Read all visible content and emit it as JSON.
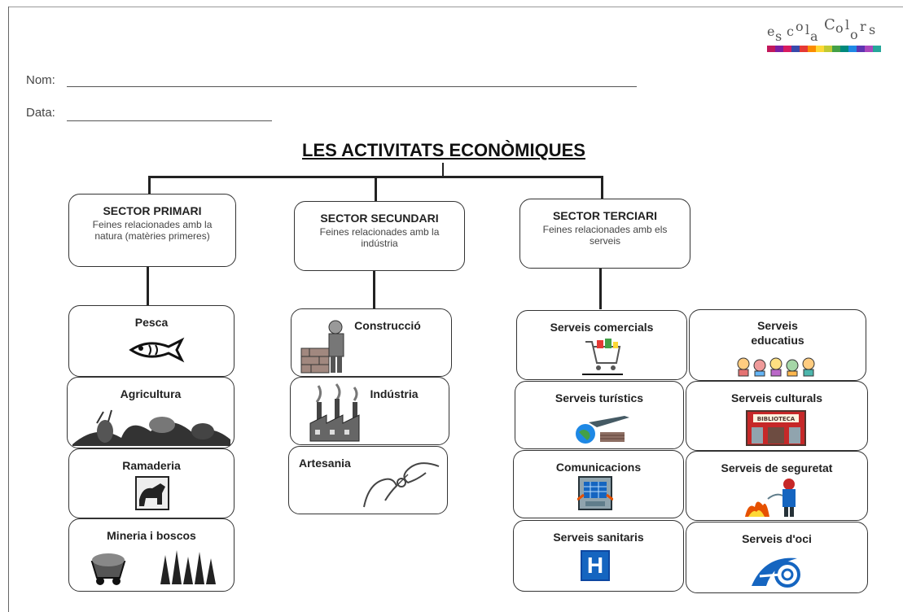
{
  "logo": {
    "text": "escolaColors"
  },
  "form": {
    "name_label": "Nom:",
    "date_label": "Data:"
  },
  "title": "LES ACTIVITATS ECONÒMIQUES",
  "sectors": [
    {
      "title": "SECTOR PRIMARI",
      "desc": "Feines relacionades amb la natura (matèries primeres)"
    },
    {
      "title": "SECTOR SECUNDARI",
      "desc": "Feines relacionades amb la indústria"
    },
    {
      "title": "SECTOR TERCIARI",
      "desc": "Feines relacionades amb els serveis"
    }
  ],
  "primari": [
    "Pesca",
    "Agricultura",
    "Ramaderia",
    "Mineria i boscos"
  ],
  "secundari": [
    "Construcció",
    "Indústria",
    "Artesania"
  ],
  "terciari": [
    "Serveis comercials",
    "Serveis educatius",
    "Serveis turístics",
    "Serveis culturals",
    "Comunicacions",
    "Serveis de seguretat",
    "Serveis sanitaris",
    "Serveis d'oci"
  ],
  "icons": {
    "pesca": "fish-icon",
    "agricultura": "vegetables-icon",
    "ramaderia": "cow-icon",
    "mineria": "mine-cart-and-trees-icon",
    "construccio": "builder-icon",
    "industria": "factory-icon",
    "artesania": "hands-crafting-icon",
    "comercials": "shopping-cart-icon",
    "educatius": "children-icon",
    "turistics": "airplane-globe-icon",
    "culturals": "library-icon",
    "comunicacions": "computer-icon",
    "seguretat": "firefighter-icon",
    "sanitaris": "hospital-h-icon",
    "oci": "leisure-icon"
  },
  "biblioteca_sign": "BIBLIOTECA",
  "hospital_letter": "H"
}
